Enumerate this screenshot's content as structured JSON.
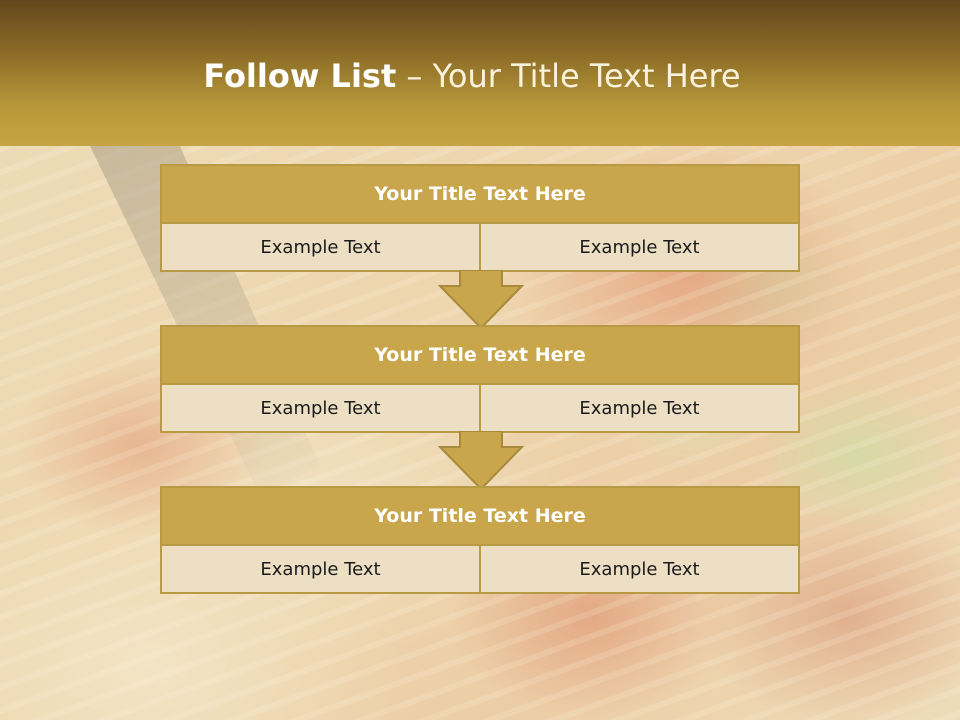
{
  "slide": {
    "title_bold": "Follow List",
    "title_rest": "– Your Title Text Here"
  },
  "flow": [
    {
      "title": "Your Title Text Here",
      "left": "Example Text",
      "right": "Example Text"
    },
    {
      "title": "Your Title Text Here",
      "left": "Example Text",
      "right": "Example Text"
    },
    {
      "title": "Your Title Text Here",
      "left": "Example Text",
      "right": "Example Text"
    }
  ],
  "colors": {
    "header_gold": "#c7a443",
    "box_head": "#c9a54b",
    "box_cell": "#ecdfc4",
    "border": "#b89a45"
  }
}
